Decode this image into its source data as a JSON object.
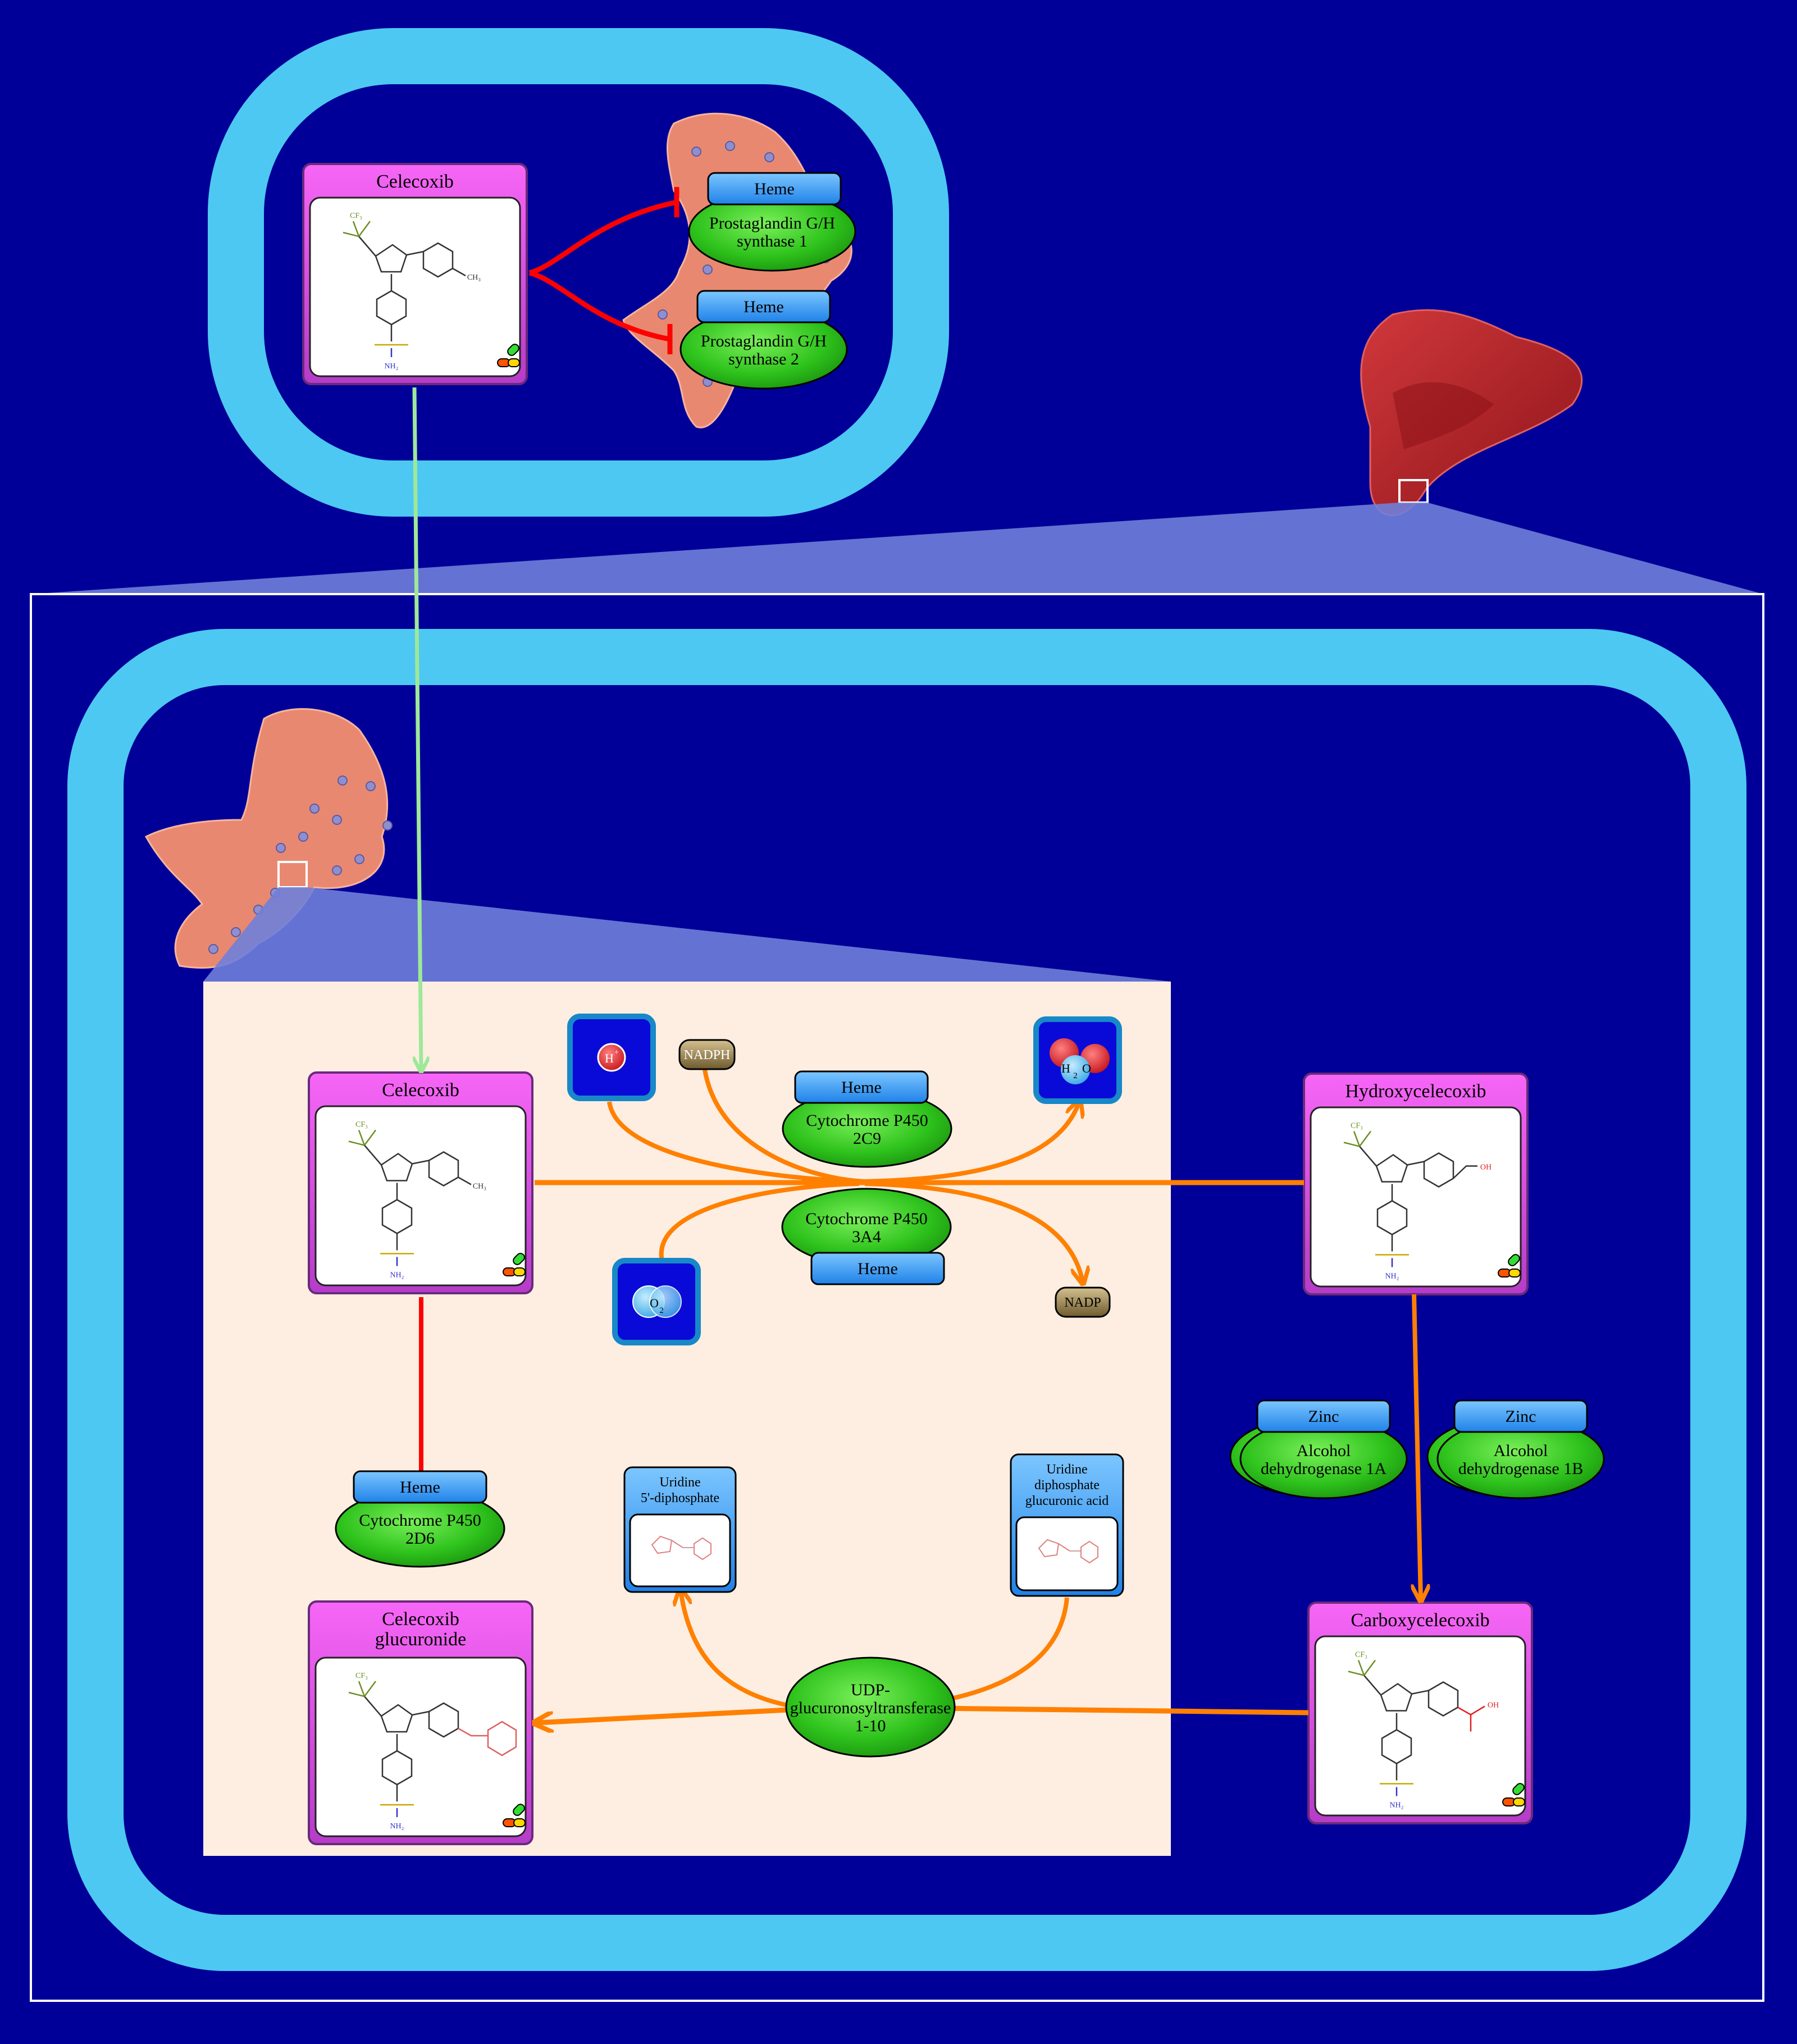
{
  "colors": {
    "background": "#000099",
    "membrane": "#4DC8F2",
    "er_tissue": "#E98870",
    "zoom_panel": "#FEEEE2",
    "zoom_cone": "#6F7FD9",
    "liver": "#C1272D",
    "drug_box": "#F15BF0",
    "enzyme": "#33CC1A",
    "cofactor": "#3D9BF5",
    "inhibition": "#FF0000",
    "metabolism": "#FF8000",
    "transport": "#9EE89A",
    "small_molecule_box": "#0A0AD8",
    "nadp_box": "#A8905A"
  },
  "drugs": {
    "celecoxib_top": "Celecoxib",
    "celecoxib": "Celecoxib",
    "hydroxycelecoxib": "Hydroxycelecoxib",
    "carboxycelecoxib": "Carboxycelecoxib",
    "celecoxib_glucuronide_line1": "Celecoxib",
    "celecoxib_glucuronide_line2": "glucuronide"
  },
  "structure_labels": {
    "cf3": "CF₃",
    "methyl": "CH₃",
    "sulfonamide": "NH₂",
    "hydroxyl": "OH"
  },
  "enzymes": {
    "ptgs1": {
      "cofactor": "Heme",
      "line1": "Prostaglandin G/H",
      "line2": "synthase 1"
    },
    "ptgs2": {
      "cofactor": "Heme",
      "line1": "Prostaglandin G/H",
      "line2": "synthase 2"
    },
    "cyp2c9": {
      "cofactor": "Heme",
      "line1": "Cytochrome P450",
      "line2": "2C9"
    },
    "cyp3a4": {
      "cofactor": "Heme",
      "line1": "Cytochrome P450",
      "line2": "3A4"
    },
    "cyp2d6": {
      "cofactor": "Heme",
      "line1": "Cytochrome P450",
      "line2": "2D6"
    },
    "adh1a": {
      "cofactor": "Zinc",
      "line1": "Alcohol",
      "line2": "dehydrogenase 1A"
    },
    "adh1b": {
      "cofactor": "Zinc",
      "line1": "Alcohol",
      "line2": "dehydrogenase 1B"
    },
    "ugt": {
      "line1": "UDP-",
      "line2": "glucuronosyltransferase",
      "line3": "1-10"
    }
  },
  "small_molecules": {
    "hplus_base": "H",
    "hplus_sup": "+",
    "nadph": "NADPH",
    "water_h": "H",
    "water_sub": "2",
    "water_o": "O",
    "oxygen_base": "O",
    "oxygen_sub": "2",
    "nadp": "NADP"
  },
  "cofactor_boxes": {
    "udp_line1": "Uridine",
    "udp_line2": "5'-diphosphate",
    "udpga_line1": "Uridine",
    "udpga_line2": "diphosphate",
    "udpga_line3": "glucuronic acid"
  }
}
